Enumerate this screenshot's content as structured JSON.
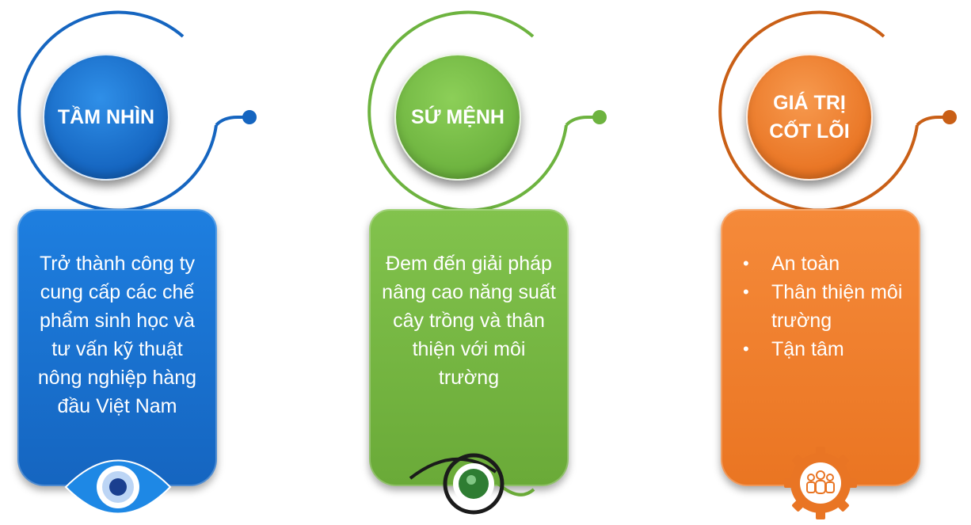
{
  "colors": {
    "blue": "#1565c0",
    "blue_card": "#1976d2",
    "green": "#6db33f",
    "green_card": "#79b843",
    "orange": "#e97524",
    "orange_card": "#f08030"
  },
  "panels": [
    {
      "title": "TẦM NHÌN",
      "body": "Trở thành công ty cung cấp các chế phẩm sinh học và tư vấn kỹ thuật nông nghiệp hàng đầu Việt Nam",
      "icon": "eye-icon"
    },
    {
      "title": "SỨ MỆNH",
      "body": "Đem đến giải pháp nâng cao năng suất cây trồng và thân thiện với môi trường",
      "icon": "target-icon"
    },
    {
      "title": "GIÁ TRỊ\nCỐT LÕI",
      "items": [
        "An toàn",
        "Thân thiện môi trường",
        "Tận tâm"
      ],
      "icon": "team-gear-icon"
    }
  ]
}
